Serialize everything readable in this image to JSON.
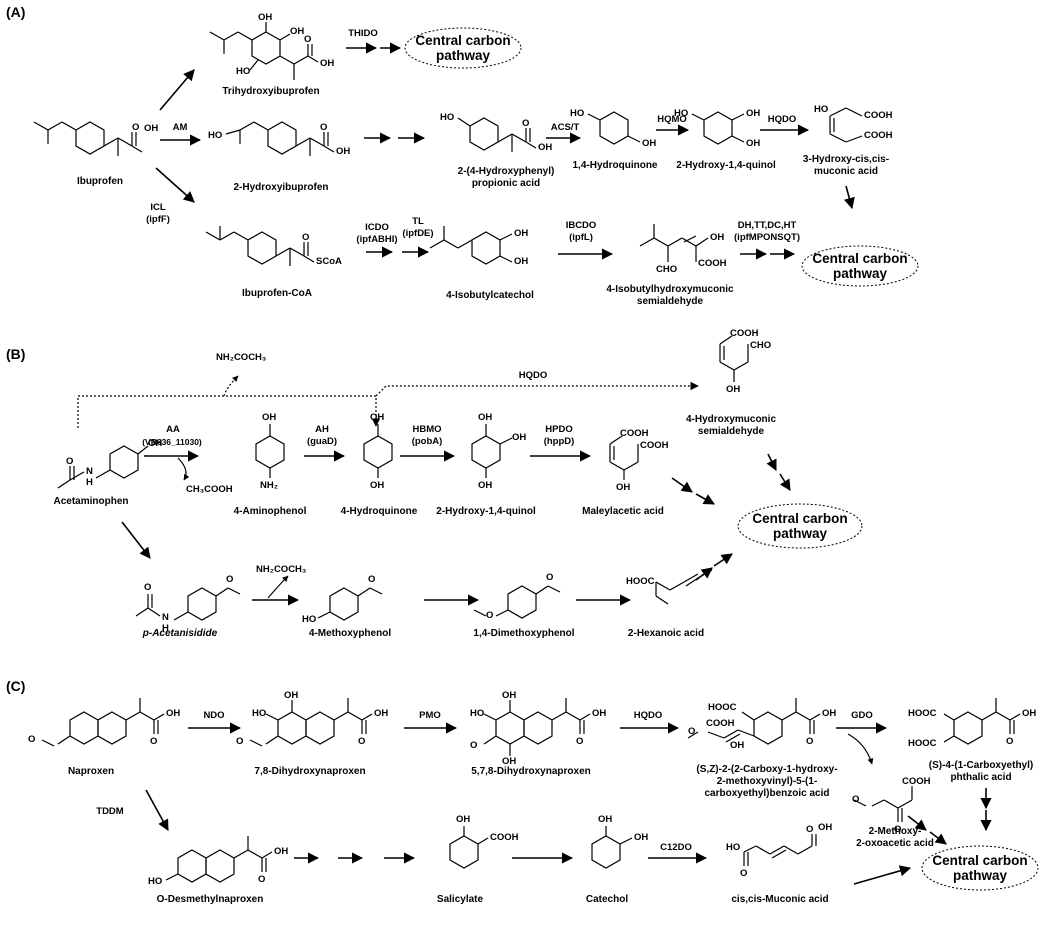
{
  "panels": {
    "a": "(A)",
    "b": "(B)",
    "c": "(C)"
  },
  "hub_text": "Central carbon\npathway",
  "panel_a": {
    "compounds": {
      "ibuprofen": "Ibuprofen",
      "trihydroxy": "Trihydroxyibuprofen",
      "hydroxyibu": "2-Hydroxyibuprofen",
      "hpp": "2-(4-Hydroxyphenyl)\npropionic acid",
      "hq": "1,4-Hydroquinone",
      "hq2": "2-Hydroxy-1,4-quinol",
      "hcm": "3-Hydroxy-cis,cis-\nmuconic acid",
      "coa": "Ibuprofen-CoA",
      "ibc": "4-Isobutylcatechol",
      "ibm": "4-Isobutylhydroxymuconic\nsemialdehyde"
    },
    "enzymes": {
      "thido": "THIDO",
      "am": "AM",
      "acst": "ACS/T",
      "hqmo": "HQMO",
      "hqdo": "HQDO",
      "icl": "ICL\n(ipfF)",
      "icdo": "ICDO\n(ipfABHI)",
      "tl": "TL\n(ipfDE)",
      "ibcdo": "IBCDO\n(ipfL)",
      "dh": "DH,TT,DC,HT\n(ipfMPONSQT)"
    }
  },
  "panel_b": {
    "compounds": {
      "acetaminophen": "Acetaminophen",
      "aminophenol": "4-Aminophenol",
      "hq": "4-Hydroquinone",
      "hq2": "2-Hydroxy-1,4-quinol",
      "mal": "Maleylacetic acid",
      "hms": "4-Hydroxymuconic\nsemialdehyde",
      "pacet": "p-Acetanisidide",
      "mp": "4-Methoxyphenol",
      "dmp": "1,4-Dimethoxyphenol",
      "hex": "2-Hexanoic acid"
    },
    "enzymes": {
      "aa": "AA",
      "aa_gene": "(VB636_11030)",
      "ah": "AH\n(guaD)",
      "hbmo": "HBMO\n(pobA)",
      "hpdo": "HPDO\n(hppD)",
      "hqdo": "HQDO"
    },
    "byproducts": {
      "nh2coch3": "NH₂COCH₃",
      "ch3cooh": "CH₃COOH",
      "nh2coch3_2": "NH₂COCH₃"
    }
  },
  "panel_c": {
    "compounds": {
      "naproxen": "Naproxen",
      "dhn": "7,8-Dihydroxynaproxen",
      "tdhn": "5,7,8-Dihydroxynaproxen",
      "benz": "(S,Z)-2-(2-Carboxy-1-hydroxy-\n2-methoxyvinyl)-5-(1-\ncarboxyethyl)benzoic acid",
      "phth": "(S)-4-(1-Carboxyethyl)\nphthalic acid",
      "mox": "2-Methoxy-\n2-oxoacetic acid",
      "odn": "O-Desmethylnaproxen",
      "sal": "Salicylate",
      "cat": "Catechol",
      "muc": "cis,cis-Muconic acid"
    },
    "enzymes": {
      "ndo": "NDO",
      "pmo": "PMO",
      "hqdo": "HQDO",
      "gdo": "GDO",
      "tddm": "TDDM",
      "c12do": "C12DO"
    }
  },
  "structure_text": {
    "oh": "OH",
    "ho": "HO",
    "o": "O",
    "nh2": "NH₂",
    "n": "N",
    "h": "H",
    "cooh": "COOH",
    "hooc": "HOOC",
    "cho": "CHO",
    "scoa": "SCoA"
  }
}
